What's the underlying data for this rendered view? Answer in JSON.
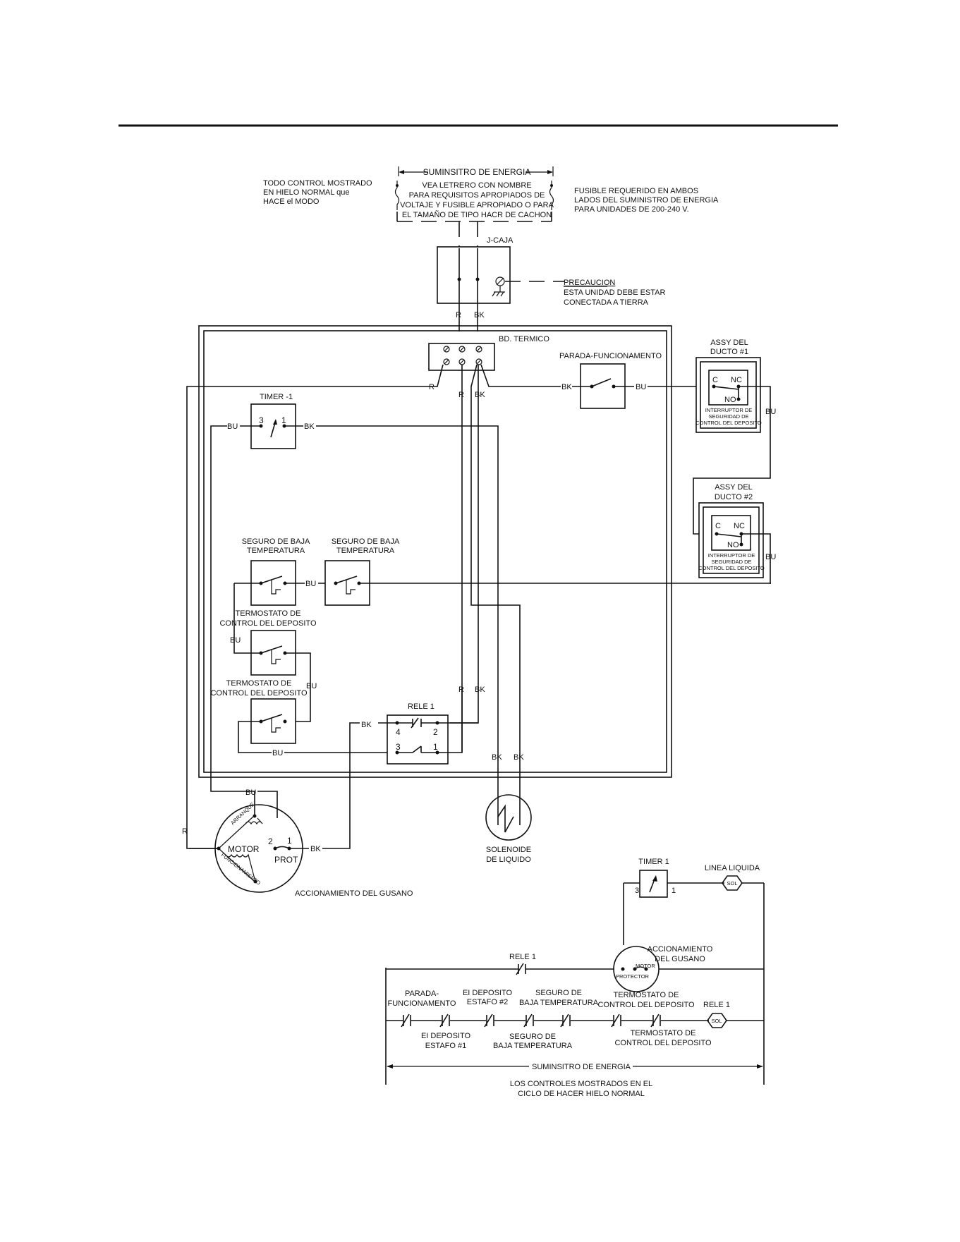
{
  "colors": {
    "line": "#111111",
    "background": "#ffffff"
  },
  "notes": {
    "todo_control": [
      "TODO CONTROL MOSTRADO",
      "EN HIELO NORMAL que",
      "HACE el MODO"
    ],
    "fusible": [
      "FUSIBLE REQUERIDO EN AMBOS",
      "LADOS DEL SUMINISTRO DE ENERGIA",
      "PARA UNIDADES DE 200-240 V."
    ],
    "precaucion_title": "PRECAUCION",
    "precaucion_body": [
      "ESTA UNIDAD DEBE ESTAR",
      "CONECTADA A TIERRA"
    ]
  },
  "supply": {
    "title": "SUMINSITRO DE ENERGIA",
    "lines": [
      "VEA LETRERO CON NOMBRE",
      "PARA REQUISITOS APROPIADOS DE",
      "VOLTAJE Y FUSIBLE APROPIADO O PARA",
      "EL TAMAÑO DE TIPO HACR DE CACHON"
    ]
  },
  "components": {
    "jcaja": "J-CAJA",
    "bd_termico": "BD. TERMICO",
    "parada": "PARADA-FUNCIONAMENTO",
    "timer1": "TIMER -1",
    "seguro_baja": [
      "SEGURO DE BAJA",
      "TEMPERATURA"
    ],
    "termostato": [
      "TERMOSTATO DE",
      "CONTROL DEL DEPOSITO"
    ],
    "rele1": "RELE 1",
    "solenoide": [
      "SOLENOIDE",
      "DE LIQUIDO"
    ],
    "assy1": [
      "ASSY DEL",
      "DUCTO #1"
    ],
    "assy2": [
      "ASSY DEL",
      "DUCTO #2"
    ],
    "interruptor": [
      "INTERRUPTOR DE",
      "SEGURIDAD DE",
      "CONTROL DEL DEPOSITO"
    ],
    "switch_c": "C",
    "switch_nc": "NC",
    "switch_no": "NO",
    "motor": "MOTOR",
    "arranque": "ARRANQUE",
    "funcionamiento": "FUNCIONAMIENTO",
    "prot": "PROT",
    "accionamiento": "ACCIONAMIENTO DEL GUSANO"
  },
  "wires": {
    "r": "R",
    "bk": "BK",
    "bu": "BU"
  },
  "terminals": {
    "t1": "1",
    "t2": "2",
    "t3": "3",
    "t4": "4"
  },
  "ladder": {
    "timer1": "TIMER 1",
    "linea_liquida": "LINEA LIQUIDA",
    "sol": "SOL",
    "rele1": "RELE 1",
    "accionamiento": [
      "ACCIONAMIENTO",
      "DEL GUSANO"
    ],
    "protector": "PROTECTOR",
    "motor": "MOTOR",
    "parada": [
      "PARADA-",
      "FUNCIONAMENTO"
    ],
    "deposito2": [
      "EI DEPOSITO",
      "ESTAFO #2"
    ],
    "deposito1": [
      "EI DEPOSITO",
      "ESTAFO #1"
    ],
    "seguro_top": [
      "SEGURO DE",
      "BAJA TEMPERATURA"
    ],
    "seguro_bottom": [
      "SEGURO DE",
      "BAJA TEMPERATURA"
    ],
    "termostato_top": [
      "TERMOSTATO DE",
      "CONTROL DEL DEPOSITO"
    ],
    "termostato_bottom": [
      "TERMOSTATO DE",
      "CONTROL DEL DEPOSITO"
    ],
    "supply": "SUMINSITRO DE ENERGIA",
    "footer": [
      "LOS CONTROLES MOSTRADOS EN EL",
      "CICLO DE HACER HIELO NORMAL"
    ]
  }
}
